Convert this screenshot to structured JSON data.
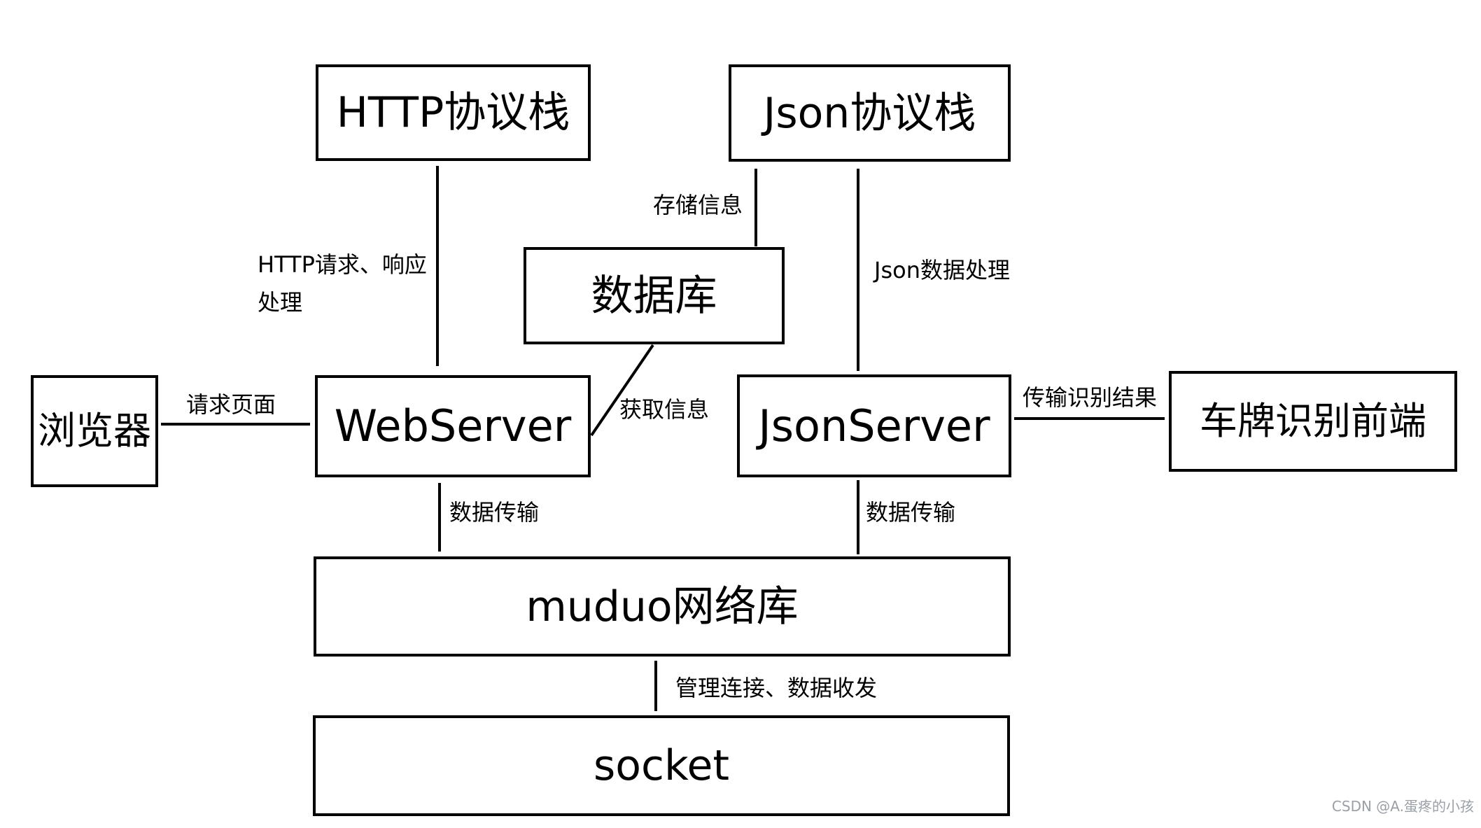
{
  "nodes": {
    "http_stack": "HTTP协议栈",
    "json_stack": "Json协议栈",
    "database": "数据库",
    "browser": "浏览器",
    "webserver": "WebServer",
    "jsonserver": "JsonServer",
    "plate_frontend": "车牌识别前端",
    "muduo": "muduo网络库",
    "socket": "socket"
  },
  "edges": {
    "http_processing": "HTTP请求、响应处理",
    "store_info": "存储信息",
    "json_processing": "Json数据处理",
    "request_page": "请求页面",
    "get_info": "获取信息",
    "transfer_result": "传输识别结果",
    "web_data_transfer": "数据传输",
    "json_data_transfer": "数据传输",
    "manage_connections": "管理连接、数据收发"
  },
  "watermark": "CSDN @A.蛋疼的小孩"
}
